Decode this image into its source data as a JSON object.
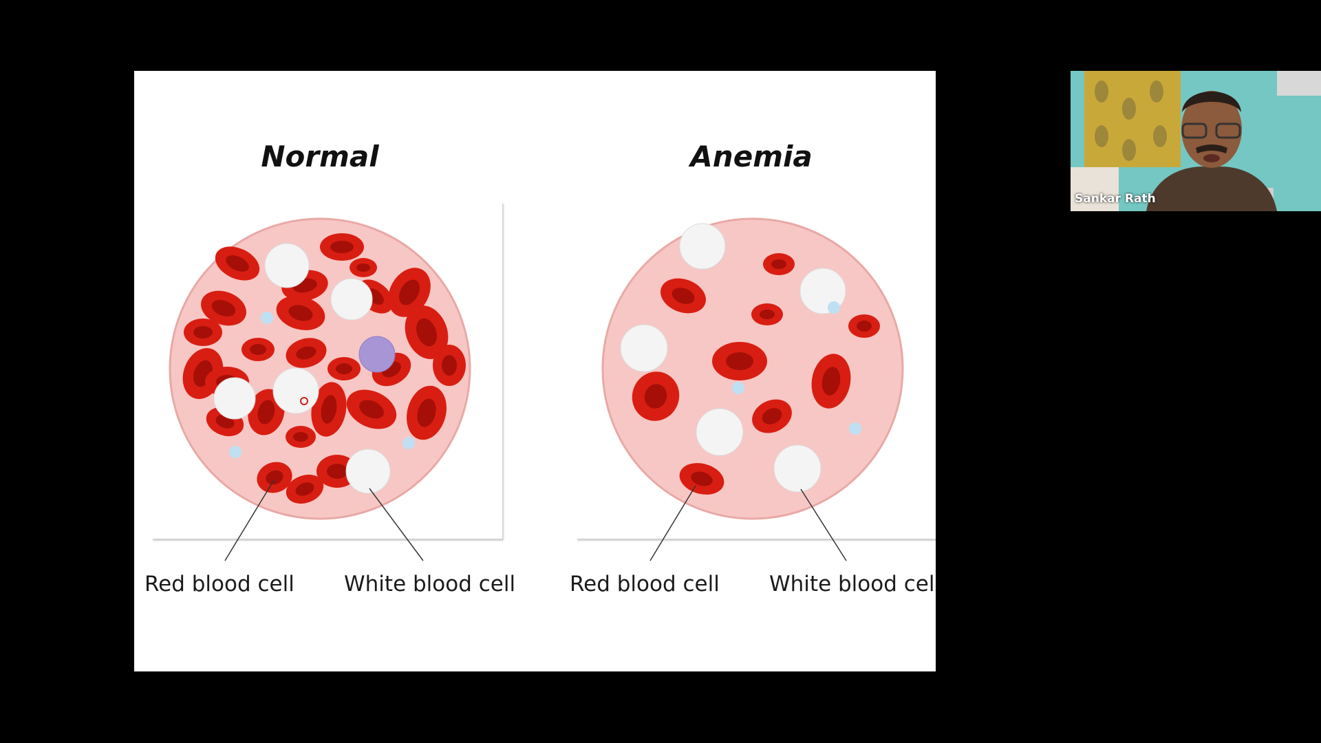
{
  "slide": {
    "panels": [
      {
        "title": "Normal",
        "labels": [
          "Red blood cell",
          "White blood cell"
        ]
      },
      {
        "title": "Anemia",
        "labels": [
          "Red blood cell",
          "White blood cell"
        ]
      }
    ]
  },
  "participant": {
    "name": "Sankar Rath"
  },
  "colors": {
    "plasma": "#f7c7c5",
    "rbc": "#d81e12",
    "rbc_center": "#a50f08",
    "wbc": "#f4f4f4",
    "platelet": "#bfe0f2",
    "lymphocyte": "#a895d6"
  }
}
